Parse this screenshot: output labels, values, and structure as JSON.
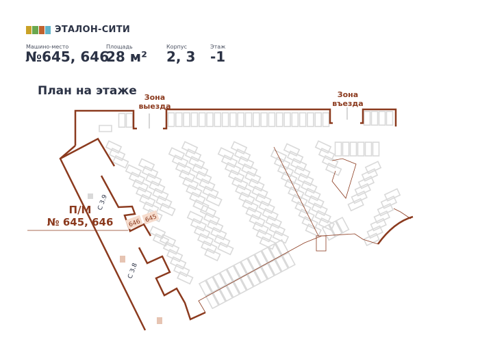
{
  "header": {
    "brand": "ЭТАЛОН-СИТИ",
    "logo_colors": [
      "#c9a227",
      "#6aa84f",
      "#c0622f",
      "#5fb3c9"
    ],
    "fields": [
      {
        "label": "Машино-место",
        "value": "№645, 646"
      },
      {
        "label": "Площадь",
        "value": "28 м²"
      },
      {
        "label": "Корпус",
        "value": "2, 3"
      },
      {
        "label": "Этаж",
        "value": "-1"
      }
    ]
  },
  "plan": {
    "title": "План на этаже",
    "exit_zone": {
      "line1": "Зона",
      "line2": "выезда"
    },
    "entry_zone": {
      "line1": "Зона",
      "line2": "въезда"
    },
    "selected_label": {
      "line1": "П/М",
      "line2": "№ 645, 646"
    },
    "spots": [
      {
        "number": "646"
      },
      {
        "number": "645"
      }
    ],
    "sections": [
      {
        "name": "С 3.9"
      },
      {
        "name": "С 3.8"
      }
    ],
    "colors": {
      "wall": "#8b3a1e",
      "spot": "#d9d9d9",
      "selected_spot": "#f6dccd",
      "text": "#2b3245"
    }
  }
}
